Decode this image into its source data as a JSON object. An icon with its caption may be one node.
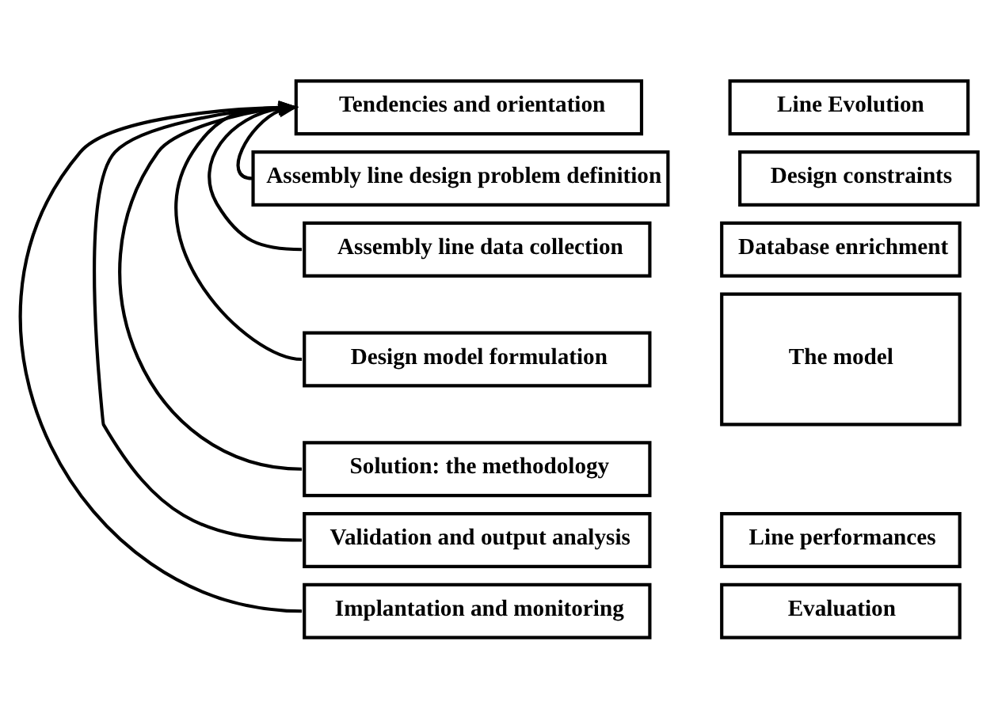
{
  "diagram": {
    "nodes": [
      {
        "text": [
          "Tendencies and orientation"
        ]
      },
      {
        "text": [
          "Assembly line design problem definition"
        ]
      },
      {
        "text": [
          "Assembly line data collection"
        ]
      },
      {
        "text": [
          "Design model formulation"
        ]
      },
      {
        "text": [
          "Solution: the methodology"
        ]
      },
      {
        "text": [
          "Validation and output analysis"
        ]
      },
      {
        "text": [
          "Implantation and monitoring"
        ]
      },
      {
        "text": [
          "Line Evolution"
        ]
      },
      {
        "text": [
          "Design constraints"
        ]
      },
      {
        "text": [
          "Database enrichment"
        ]
      },
      {
        "text": [
          "The model"
        ]
      },
      {
        "text": [
          "Line performances"
        ]
      },
      {
        "text": [
          "Evaluation"
        ]
      }
    ],
    "edges": [
      {
        "from": 1,
        "to": 0,
        "arrow": "to"
      },
      {
        "from": 2,
        "to": 0,
        "arrow": "to"
      },
      {
        "from": 3,
        "to": 0,
        "arrow": "to"
      },
      {
        "from": 4,
        "to": 0,
        "arrow": "to"
      },
      {
        "from": 5,
        "to": 0,
        "arrow": "to"
      },
      {
        "from": 6,
        "to": 0,
        "arrow": "to"
      }
    ]
  }
}
